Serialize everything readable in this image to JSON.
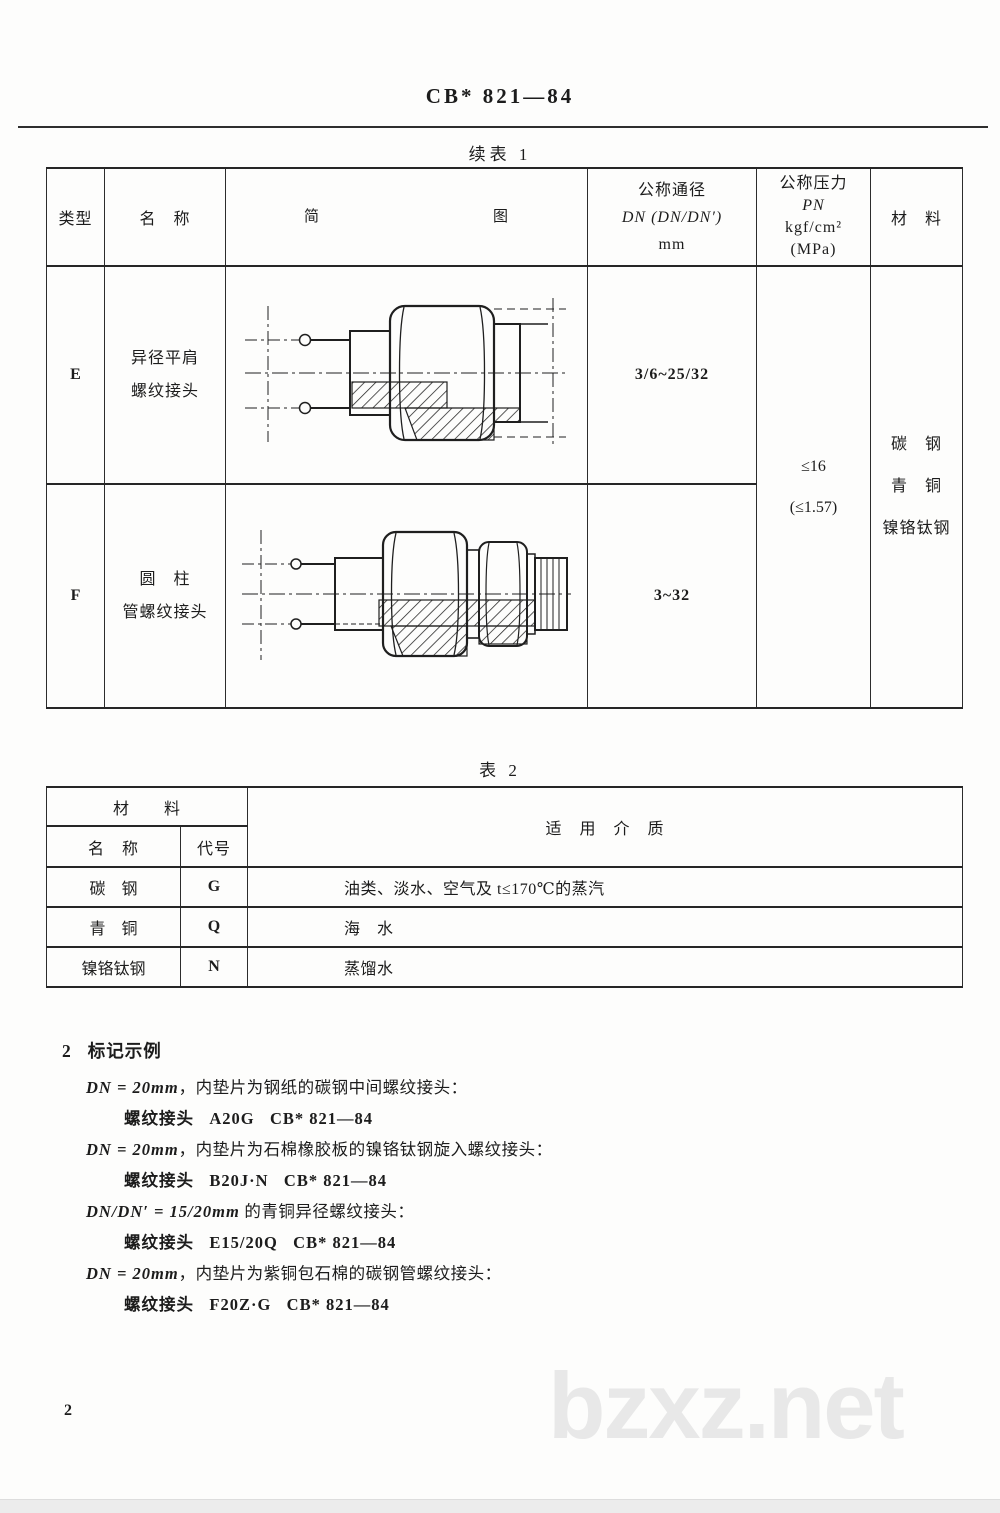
{
  "page": {
    "header_code": "CB* 821—84",
    "page_number": "2",
    "watermark": "bzxz.net",
    "colors": {
      "ink": "#1c1c1c",
      "paper": "#fdfdfc",
      "watermark_gray": "#e8e8e8"
    }
  },
  "table1": {
    "title": "续表 1",
    "headers": {
      "type": "类型",
      "name": "名　称",
      "diagram_char1": "简",
      "diagram_char2": "图",
      "dn_line1": "公称通径",
      "dn_line2": "DN (DN/DN′)",
      "dn_line3": "mm",
      "pn_line1": "公称压力",
      "pn_line2": "PN",
      "pn_line3": "kgf/cm²",
      "pn_line4": "(MPa)",
      "material": "材　料"
    },
    "rows": [
      {
        "type": "E",
        "name_line1": "异径平肩",
        "name_line2": "螺纹接头",
        "dn": "3/6~25/32"
      },
      {
        "type": "F",
        "name_line1": "圆　柱",
        "name_line2": "管螺纹接头",
        "dn": "3~32"
      }
    ],
    "pn_value_line1": "≤16",
    "pn_value_line2": "(≤1.57)",
    "material_lines": [
      "碳　钢",
      "青　铜",
      "镍铬钛钢"
    ]
  },
  "table2": {
    "title": "表 2",
    "headers": {
      "material": "材　　料",
      "name": "名　称",
      "code": "代号",
      "medium": "适　用　介　质"
    },
    "rows": [
      {
        "name": "碳　钢",
        "code": "G",
        "medium": "油类、淡水、空气及 t≤170℃的蒸汽"
      },
      {
        "name": "青　铜",
        "code": "Q",
        "medium": "海　水"
      },
      {
        "name": "镍铬钛钢",
        "code": "N",
        "medium": "蒸馏水"
      }
    ]
  },
  "section2": {
    "number": "2",
    "title": "标记示例",
    "examples": [
      {
        "prefix": "DN = 20mm",
        "rest": "，内垫片为钢纸的碳钢中间螺纹接头：",
        "mark": "螺纹接头   A20G   CB* 821—84"
      },
      {
        "prefix": "DN = 20mm",
        "rest": "，内垫片为石棉橡胶板的镍铬钛钢旋入螺纹接头：",
        "mark": "螺纹接头   B20J·N   CB* 821—84"
      },
      {
        "prefix": "DN/DN′ = 15/20mm",
        "rest": " 的青铜异径螺纹接头：",
        "mark": "螺纹接头   E15/20Q   CB* 821—84"
      },
      {
        "prefix": "DN = 20mm",
        "rest": "，内垫片为紫铜包石棉的碳钢管螺纹接头：",
        "mark": "螺纹接头   F20Z·G   CB* 821—84"
      }
    ]
  }
}
